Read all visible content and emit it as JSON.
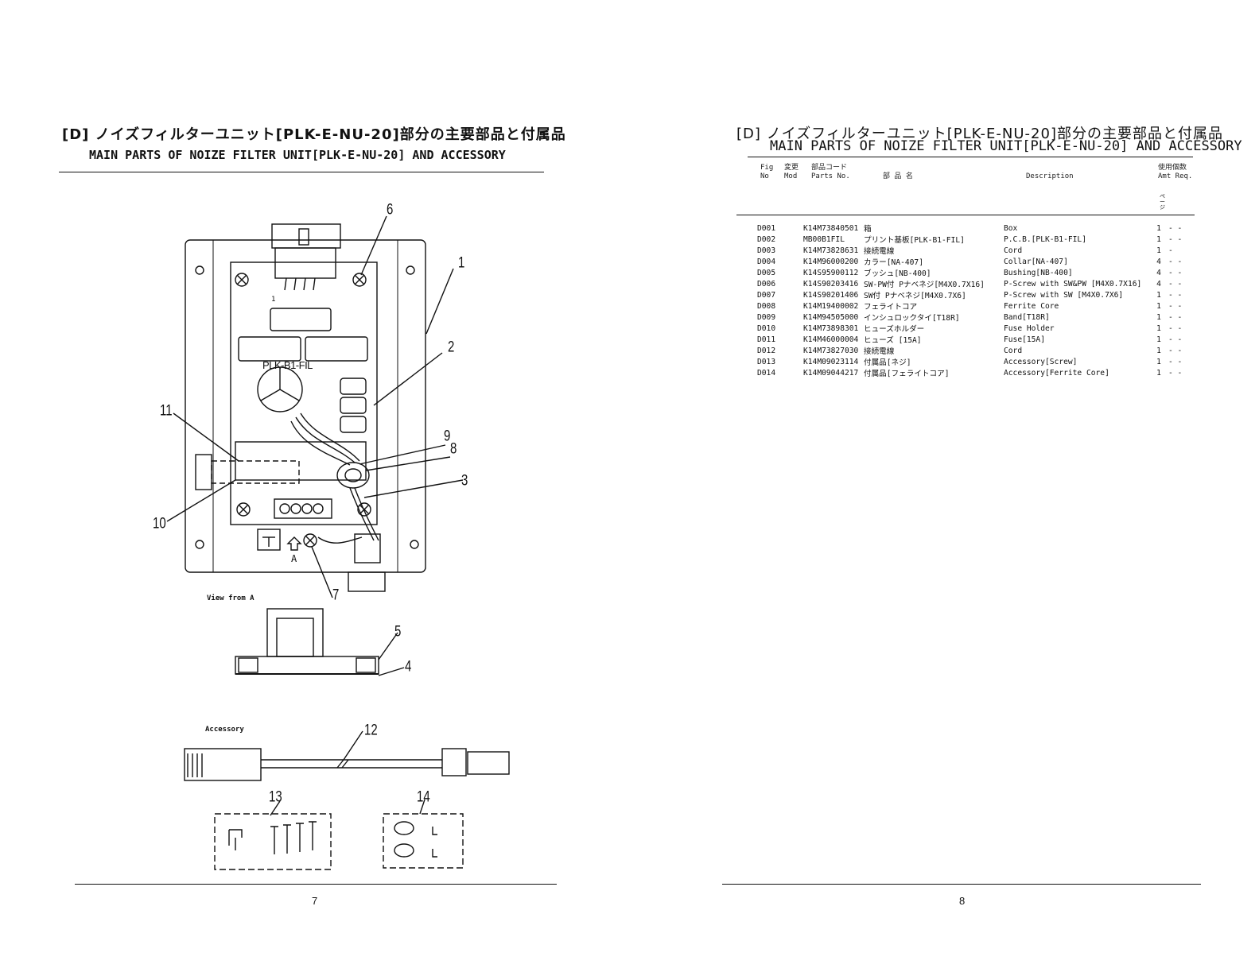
{
  "left": {
    "title_jp": "[D] ノイズフィルターユニット[PLK-E-NU-20]部分の主要部品と付属品",
    "title_en": "MAIN PARTS OF NOIZE FILTER UNIT[PLK-E-NU-20] AND ACCESSORY",
    "board_label": "PLK-B1-FIL",
    "pin_label": "1",
    "view_a_label": "A",
    "view_from_label": "View from A",
    "accessory_label": "Accessory",
    "callouts": [
      "1",
      "2",
      "3",
      "4",
      "5",
      "6",
      "7",
      "8",
      "9",
      "10",
      "11",
      "12",
      "13",
      "14"
    ],
    "page_number": "7"
  },
  "right": {
    "title_jp": "[D] ノイズフィルターユニット[PLK-E-NU-20]部分の主要部品と付属品",
    "title_en": "MAIN PARTS OF NOIZE FILTER UNIT[PLK-E-NU-20] AND ACCESSORY",
    "headers": {
      "fig_jp": "Fig",
      "fig_en": "No",
      "mod_jp": "変更",
      "mod_en": "Mod",
      "parts_jp": "部品コード",
      "parts_en": "Parts No.",
      "name_jp": "部 品 名",
      "desc": "Description",
      "amt_jp": "使用個数",
      "amt_en": "Amt Req.",
      "side_mark": "ページ"
    },
    "rows": [
      {
        "fig": "D001",
        "part": "K14M73840501",
        "name": "箱",
        "desc": "Box",
        "amt": "1",
        "req": "- -"
      },
      {
        "fig": "D002",
        "part": "MB00B1FIL",
        "name": "プリント基板[PLK-B1-FIL]",
        "desc": "P.C.B.[PLK-B1-FIL]",
        "amt": "1",
        "req": "- -"
      },
      {
        "fig": "D003",
        "part": "K14M73828631",
        "name": "接続電線",
        "desc": "Cord",
        "amt": "1",
        "req": "-"
      },
      {
        "fig": "D004",
        "part": "K14M96000200",
        "name": "カラー[NA-407]",
        "desc": "Collar[NA-407]",
        "amt": "4",
        "req": "- -"
      },
      {
        "fig": "D005",
        "part": "K14S95900112",
        "name": "ブッシュ[NB-400]",
        "desc": "Bushing[NB-400]",
        "amt": "4",
        "req": "- -"
      },
      {
        "fig": "D006",
        "part": "K14S90203416",
        "name": "SW-PW付 Pナベネジ[M4X0.7X16]",
        "desc": "P-Screw with SW&PW [M4X0.7X16]",
        "amt": "4",
        "req": "- -"
      },
      {
        "fig": "D007",
        "part": "K14S90201406",
        "name": "SW付 Pナベネジ[M4X0.7X6]",
        "desc": "P-Screw with SW [M4X0.7X6]",
        "amt": "1",
        "req": "- -"
      },
      {
        "fig": "D008",
        "part": "K14M19400002",
        "name": "フェライトコア",
        "desc": "Ferrite Core",
        "amt": "1",
        "req": "- -"
      },
      {
        "fig": "D009",
        "part": "K14M94505000",
        "name": "インシュロックタイ[T18R]",
        "desc": "Band[T18R]",
        "amt": "1",
        "req": "- -"
      },
      {
        "fig": "D010",
        "part": "K14M73898301",
        "name": "ヒューズホルダー",
        "desc": "Fuse Holder",
        "amt": "1",
        "req": "- -"
      },
      {
        "fig": "D011",
        "part": "K14M46000004",
        "name": "ヒューズ [15A]",
        "desc": "Fuse[15A]",
        "amt": "1",
        "req": "- -"
      },
      {
        "fig": "D012",
        "part": "K14M73827030",
        "name": "接続電線",
        "desc": "Cord",
        "amt": "1",
        "req": "- -"
      },
      {
        "fig": "D013",
        "part": "K14M09023114",
        "name": "付属品[ネジ]",
        "desc": "Accessory[Screw]",
        "amt": "1",
        "req": "- -"
      },
      {
        "fig": "D014",
        "part": "K14M09044217",
        "name": "付属品[フェライトコア]",
        "desc": "Accessory[Ferrite Core]",
        "amt": "1",
        "req": "- -"
      }
    ],
    "page_number": "8"
  }
}
